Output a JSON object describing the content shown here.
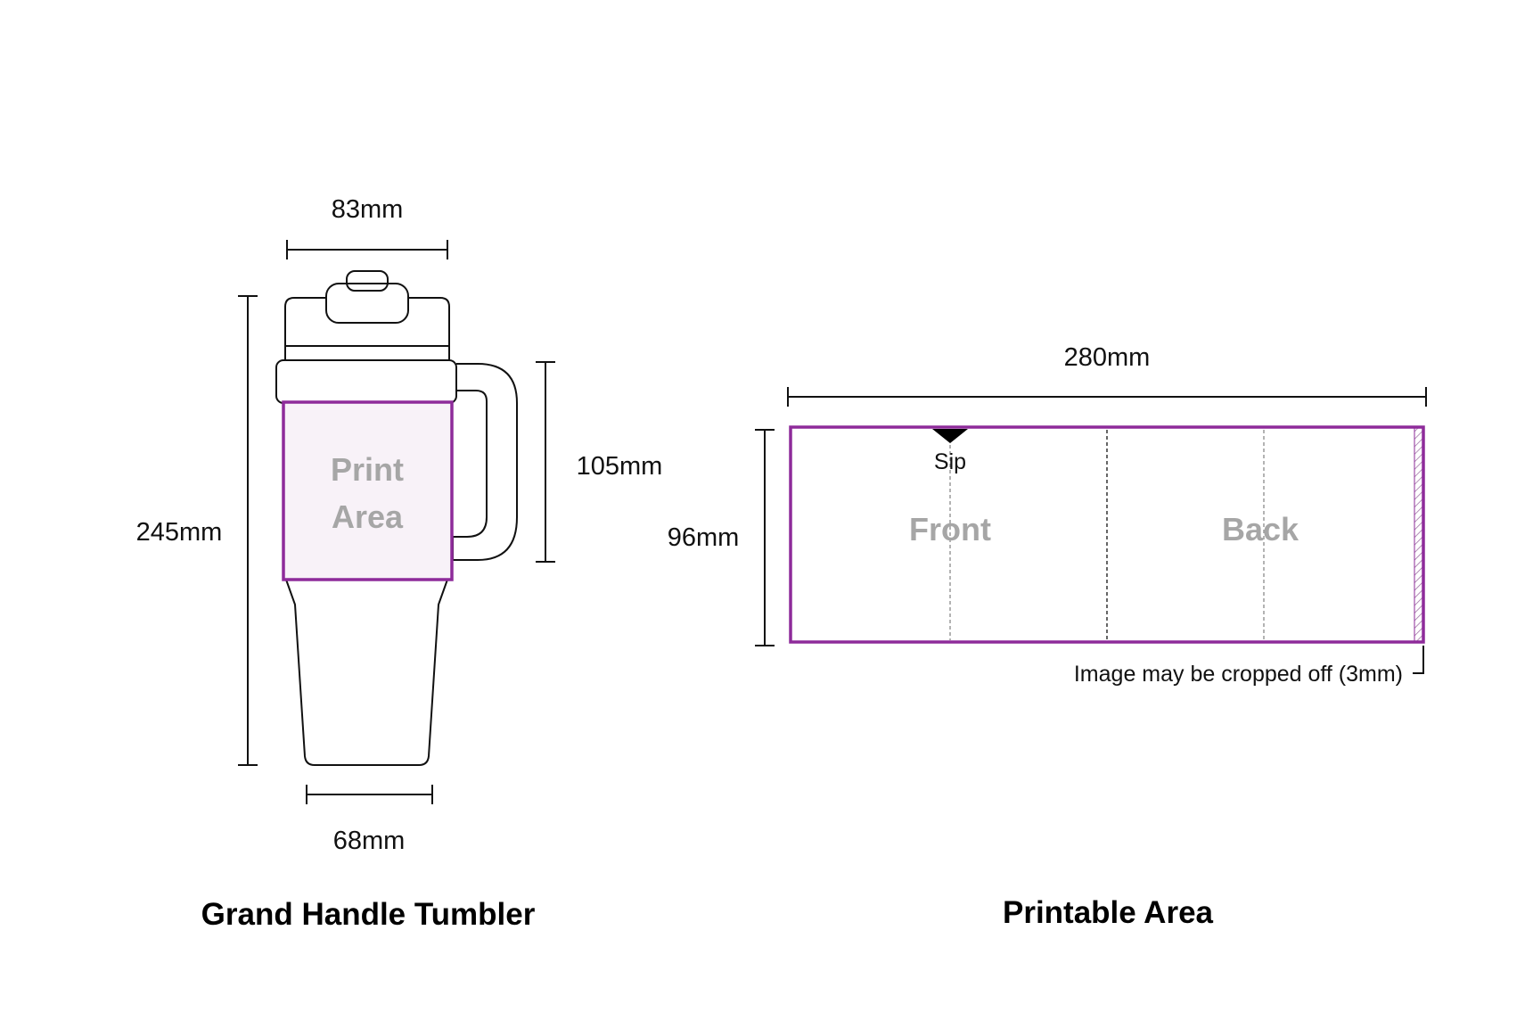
{
  "colors": {
    "print_border": "#8e2b9a",
    "print_fill": "#f8f2f8",
    "ghost_text": "#a6a6a6",
    "outline": "#111111"
  },
  "tumbler": {
    "top_width": "83mm",
    "height": "245mm",
    "print_height": "105mm",
    "bottom_width": "68mm",
    "print_label_line1": "Print",
    "print_label_line2": "Area",
    "caption": "Grand Handle Tumbler"
  },
  "printable": {
    "width": "280mm",
    "height": "96mm",
    "sip_label": "Sip",
    "front_label": "Front",
    "back_label": "Back",
    "crop_note": "Image may be cropped off (3mm)",
    "caption": "Printable Area"
  }
}
